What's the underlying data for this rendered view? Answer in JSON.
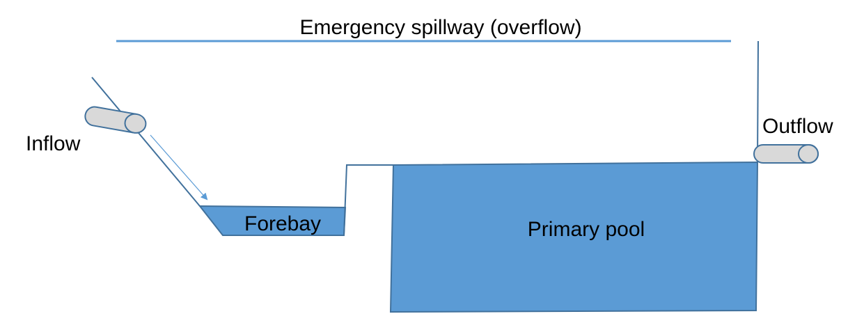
{
  "labels": {
    "spillway": "Emergency spillway (overflow)",
    "inflow": "Inflow",
    "outflow": "Outflow",
    "forebay": "Forebay",
    "primary_pool": "Primary pool"
  },
  "colors": {
    "water": "#5b9bd5",
    "outline": "#41719c",
    "pipe": "#d9d9d9"
  }
}
